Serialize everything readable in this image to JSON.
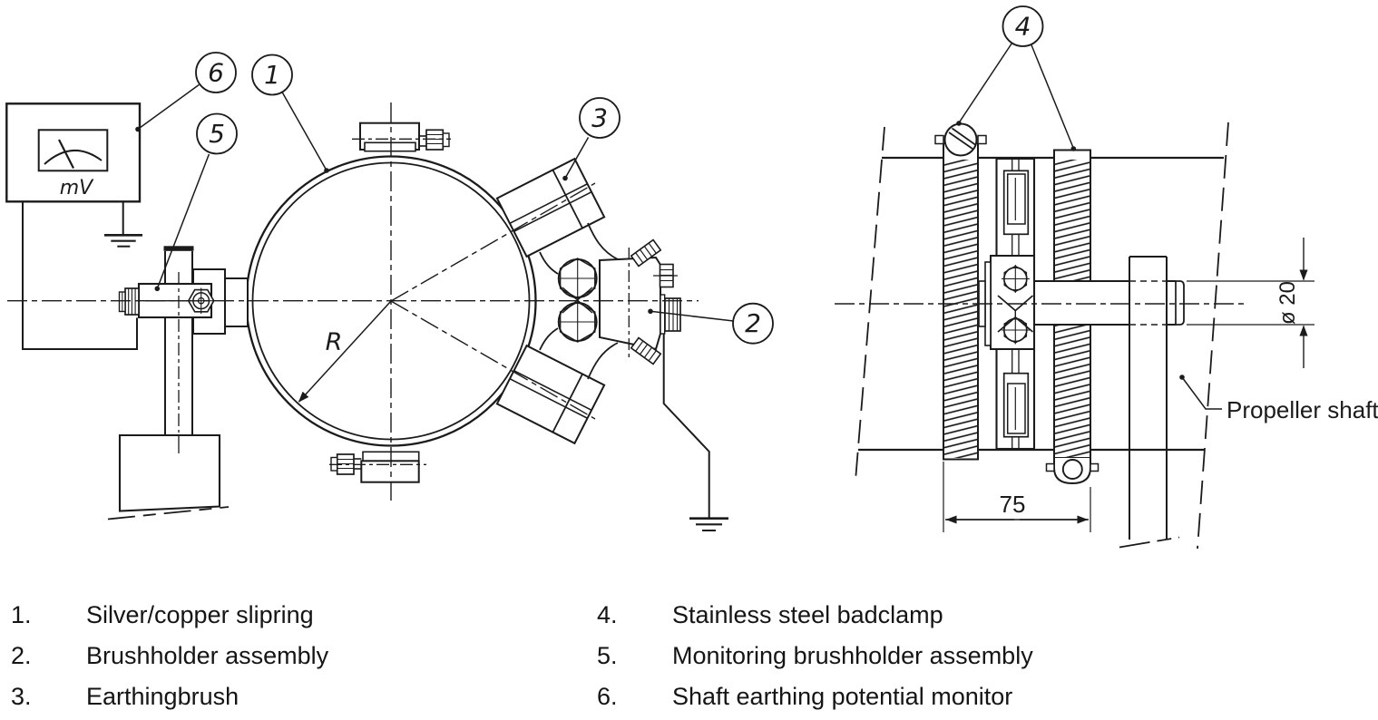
{
  "drawing": {
    "callout_numbers": [
      "1",
      "2",
      "3",
      "4",
      "5",
      "6"
    ],
    "labels": {
      "meter_unit": "mV",
      "radius": "R",
      "clamp_spacing": "75",
      "shaft_diameter": "ø 20",
      "propeller_shaft": "Propeller shaft"
    },
    "colors": {
      "line": "#1b1b1b",
      "background": "#ffffff"
    }
  },
  "legend": {
    "items": [
      {
        "num": "1.",
        "label": "Silver/copper slipring"
      },
      {
        "num": "2.",
        "label": "Brushholder assembly"
      },
      {
        "num": "3.",
        "label": "Earthingbrush"
      },
      {
        "num": "4.",
        "label": "Stainless steel badclamp"
      },
      {
        "num": "5.",
        "label": "Monitoring brushholder assembly"
      },
      {
        "num": "6.",
        "label": "Shaft earthing potential monitor"
      }
    ]
  }
}
